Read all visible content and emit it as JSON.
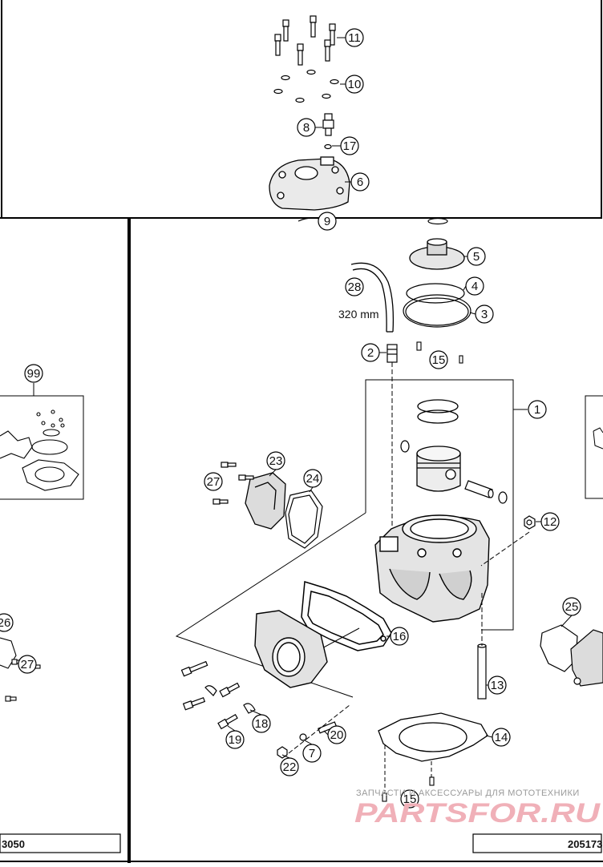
{
  "callouts": [
    {
      "id": "11",
      "label": "11"
    },
    {
      "id": "10",
      "label": "10"
    },
    {
      "id": "8",
      "label": "8"
    },
    {
      "id": "17",
      "label": "17"
    },
    {
      "id": "6",
      "label": "6"
    },
    {
      "id": "9",
      "label": "9"
    },
    {
      "id": "5",
      "label": "5"
    },
    {
      "id": "28",
      "label": "28"
    },
    {
      "id": "4",
      "label": "4"
    },
    {
      "id": "3",
      "label": "3"
    },
    {
      "id": "2",
      "label": "2"
    },
    {
      "id": "15a",
      "label": "15"
    },
    {
      "id": "1",
      "label": "1"
    },
    {
      "id": "99",
      "label": "99"
    },
    {
      "id": "23",
      "label": "23"
    },
    {
      "id": "27a",
      "label": "27"
    },
    {
      "id": "24",
      "label": "24"
    },
    {
      "id": "12",
      "label": "12"
    },
    {
      "id": "26",
      "label": "26"
    },
    {
      "id": "27b",
      "label": "27"
    },
    {
      "id": "16",
      "label": "16"
    },
    {
      "id": "25",
      "label": "25"
    },
    {
      "id": "13",
      "label": "13"
    },
    {
      "id": "18",
      "label": "18"
    },
    {
      "id": "19",
      "label": "19"
    },
    {
      "id": "20",
      "label": "20"
    },
    {
      "id": "7",
      "label": "7"
    },
    {
      "id": "14",
      "label": "14"
    },
    {
      "id": "22",
      "label": "22"
    },
    {
      "id": "15b",
      "label": "15"
    }
  ],
  "hose_length": "320 mm",
  "codes": {
    "left": "3050",
    "right": "205173"
  },
  "watermark": {
    "small": "ЗАПЧАСТИ И АКСЕССУАРЫ ДЛЯ МОТОТЕХНИКИ",
    "big": "PARTSFOR.RU"
  }
}
